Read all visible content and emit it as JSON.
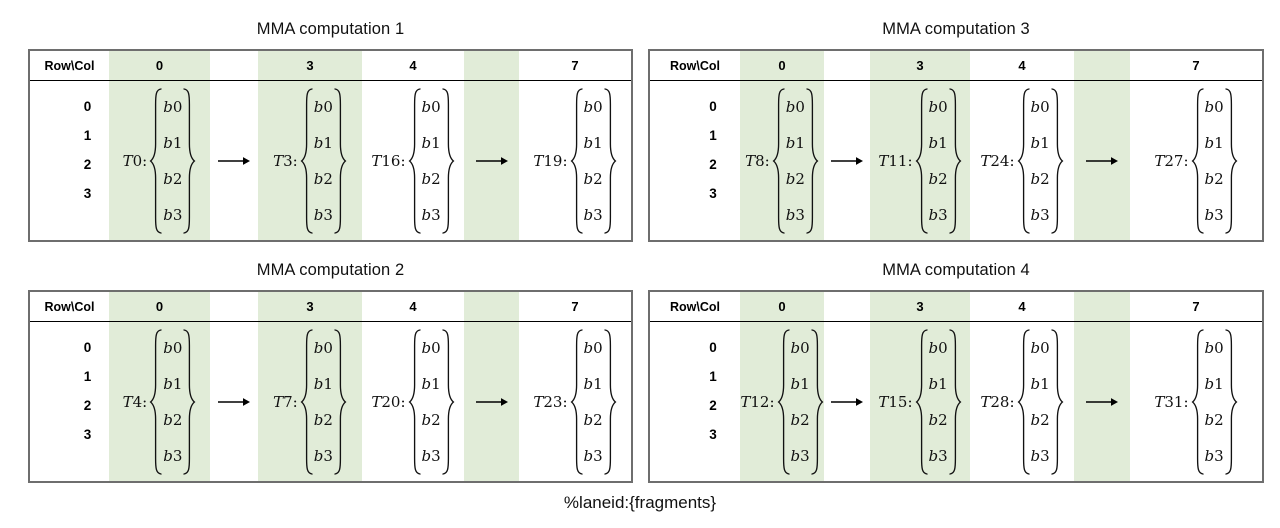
{
  "figure": {
    "row_labels": [
      "0",
      "1",
      "2",
      "3"
    ],
    "fragment_items": [
      "b0",
      "b1",
      "b2",
      "b3"
    ],
    "columns": [
      {
        "type": "rowlabel",
        "header": "Row\\Col",
        "highlight": false,
        "arrow": false
      },
      {
        "type": "data",
        "header": "0",
        "highlight": true,
        "arrow": false
      },
      {
        "type": "gap",
        "header": "",
        "highlight": false,
        "arrow": true
      },
      {
        "type": "data",
        "header": "3",
        "highlight": true,
        "arrow": false
      },
      {
        "type": "data",
        "header": "4",
        "highlight": false,
        "arrow": false
      },
      {
        "type": "gap",
        "header": "",
        "highlight": true,
        "arrow": true
      },
      {
        "type": "data",
        "header": "7",
        "highlight": false,
        "arrow": false
      }
    ]
  },
  "panels": [
    {
      "title": "MMA computation 1",
      "threads": [
        "T0",
        "T3",
        "T16",
        "T19"
      ]
    },
    {
      "title": "MMA computation 3",
      "threads": [
        "T8",
        "T11",
        "T24",
        "T27"
      ]
    },
    {
      "title": "MMA computation 2",
      "threads": [
        "T4",
        "T7",
        "T20",
        "T23"
      ]
    },
    {
      "title": "MMA computation 4",
      "threads": [
        "T12",
        "T15",
        "T28",
        "T31"
      ]
    }
  ],
  "caption": "%laneid:{fragments}",
  "colors": {
    "highlight": "#e1ecd8",
    "table_border": "#6e6e6e",
    "header_rule": "#000000",
    "arrow": "#000000"
  }
}
